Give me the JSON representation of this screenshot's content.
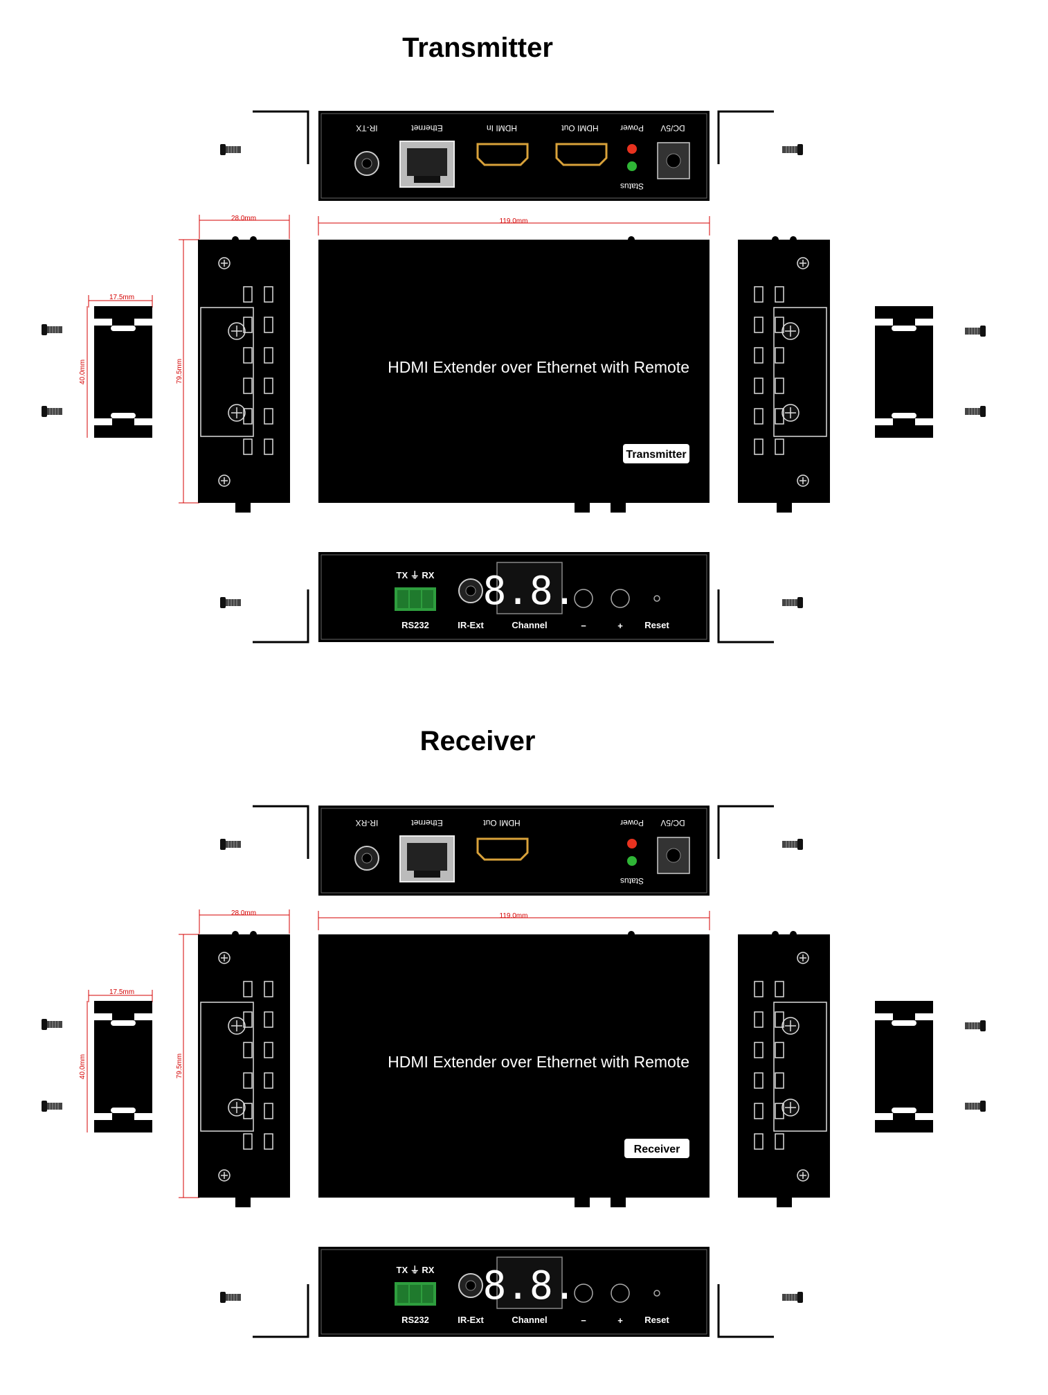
{
  "sections": [
    {
      "title": "Transmitter",
      "rear_panel": {
        "labels": {
          "ir": "IR-TX",
          "ethernet": "Ethernet",
          "hdmi_in": "HDMI In",
          "hdmi_out": "HDMI Out",
          "power": "Power",
          "dc": "DC/5V",
          "status": "Status"
        }
      },
      "top_view": {
        "main_label": "HDMI Extender over Ethernet with Remote",
        "badge": "Transmitter",
        "dim_width": "119.0mm",
        "dim_depth": "79.5mm",
        "dim_side_width": "28.0mm",
        "dim_bracket_width": "17.5mm",
        "dim_bracket_height": "40.0mm"
      },
      "front_panel": {
        "tx_rx": "TX ⏚ RX",
        "rs232": "RS232",
        "ir_ext": "IR-Ext",
        "display": "8.8.",
        "channel": "Channel",
        "minus": "−",
        "plus": "+",
        "reset": "Reset"
      }
    },
    {
      "title": "Receiver",
      "rear_panel": {
        "labels": {
          "ir": "IR-RX",
          "ethernet": "Ethernet",
          "hdmi_out": "HDMI Out",
          "power": "Power",
          "dc": "DC/5V",
          "status": "Status"
        }
      },
      "top_view": {
        "main_label": "HDMI Extender over Ethernet with Remote",
        "badge": "Receiver",
        "dim_width": "119.0mm",
        "dim_depth": "79.5mm",
        "dim_side_width": "28.0mm",
        "dim_bracket_width": "17.5mm",
        "dim_bracket_height": "40.0mm"
      },
      "front_panel": {
        "tx_rx": "TX ⏚ RX",
        "rs232": "RS232",
        "ir_ext": "IR-Ext",
        "display": "8.8.",
        "channel": "Channel",
        "minus": "−",
        "plus": "+",
        "reset": "Reset"
      }
    }
  ],
  "colors": {
    "device_body": "#000000",
    "dimension_line": "#d40000",
    "hdmi_port": "#d9a23a",
    "terminal_block": "#2e9e3e",
    "power_led": "#e8321f",
    "status_led": "#2fb536"
  }
}
